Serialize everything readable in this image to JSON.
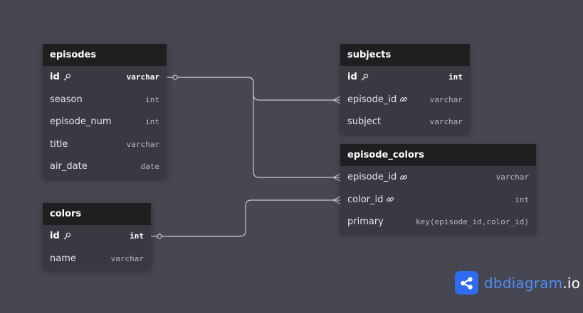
{
  "app": {
    "brand_name": "dbdiagram",
    "brand_suffix": ".io",
    "accent_color": "#2f6cf0",
    "background_color": "#474751",
    "header_color": "#1f1f22"
  },
  "tables": {
    "episodes": {
      "name": "episodes",
      "columns": [
        {
          "name": "id",
          "type": "varchar",
          "key": "pk"
        },
        {
          "name": "season",
          "type": "int"
        },
        {
          "name": "episode_num",
          "type": "int"
        },
        {
          "name": "title",
          "type": "varchar"
        },
        {
          "name": "air_date",
          "type": "date"
        }
      ]
    },
    "colors": {
      "name": "colors",
      "columns": [
        {
          "name": "id",
          "type": "int",
          "key": "pk"
        },
        {
          "name": "name",
          "type": "varchar"
        }
      ]
    },
    "subjects": {
      "name": "subjects",
      "columns": [
        {
          "name": "id",
          "type": "int",
          "key": "pk"
        },
        {
          "name": "episode_id",
          "type": "varchar",
          "key": "fk"
        },
        {
          "name": "subject",
          "type": "varchar"
        }
      ]
    },
    "episode_colors": {
      "name": "episode_colors",
      "columns": [
        {
          "name": "episode_id",
          "type": "varchar",
          "key": "fk"
        },
        {
          "name": "color_id",
          "type": "int",
          "key": "fk"
        },
        {
          "name": "primary",
          "type": "key(episode_id,color_id)"
        }
      ]
    }
  },
  "relationships": [
    {
      "from": "episodes.id",
      "to": "subjects.episode_id",
      "from_cardinality": "one",
      "to_cardinality": "many"
    },
    {
      "from": "episodes.id",
      "to": "episode_colors.episode_id",
      "from_cardinality": "one",
      "to_cardinality": "many"
    },
    {
      "from": "colors.id",
      "to": "episode_colors.color_id",
      "from_cardinality": "one",
      "to_cardinality": "many"
    }
  ]
}
